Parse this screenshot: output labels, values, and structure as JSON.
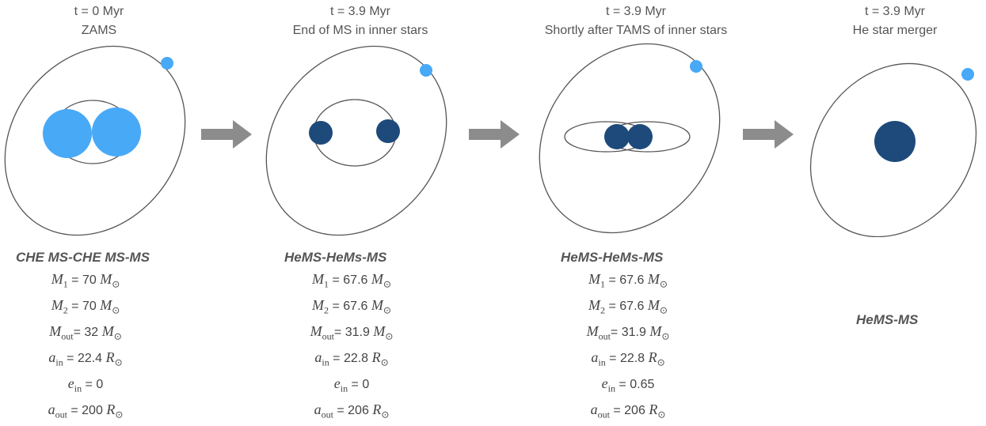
{
  "panels": [
    {
      "time": "t = 0 Myr",
      "label": "ZAMS",
      "system": "CHE MS-CHE MS-MS",
      "m1": "70",
      "m2": "70",
      "mout": "32",
      "ain": "22.4",
      "ein": "0",
      "aout": "200"
    },
    {
      "time": "t = 3.9 Myr",
      "label": "End of MS in inner stars",
      "system": "HeMS-HeMs-MS",
      "m1": "67.6",
      "m2": "67.6",
      "mout": "31.9",
      "ain": "22.8",
      "ein": "0",
      "aout": "206"
    },
    {
      "time": "t = 3.9 Myr",
      "label": "Shortly after TAMS of inner stars",
      "system": "HeMS-HeMs-MS",
      "m1": "67.6",
      "m2": "67.6",
      "mout": "31.9",
      "ain": "22.8",
      "ein": "0.65",
      "aout": "206"
    },
    {
      "time": "t = 3.9 Myr",
      "label": "He star merger",
      "system": "HeMS-MS"
    }
  ],
  "symbols": {
    "M": "M",
    "a": "a",
    "e": "e",
    "sub1": "1",
    "sub2": "2",
    "subout": "out",
    "subin": "in",
    "eq": " = ",
    "eqtight": "= ",
    "msun": "M",
    "rsun": "R",
    "sun": "⊙"
  },
  "colors": {
    "ms_star": "#48a9f7",
    "he_star": "#1d4a7a",
    "orbit": "#555555",
    "arrow": "#8c8c8c"
  }
}
